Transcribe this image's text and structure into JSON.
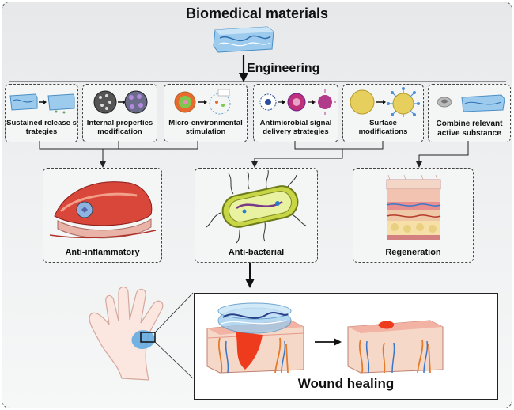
{
  "title": "Biomedical materials",
  "engineering_label": "Engineering",
  "strategies": [
    {
      "label_line1": "Sustained release s",
      "label_line2": "trategies"
    },
    {
      "label_line1": "Internal properties",
      "label_line2": "modification"
    },
    {
      "label_line1": "Micro-environmental",
      "label_line2": "stimulation"
    },
    {
      "label_line1": "Antimicrobial signal",
      "label_line2": "delivery strategies"
    },
    {
      "label_line1": "Surface",
      "label_line2": "modifications"
    },
    {
      "label_line1": "Combine relevant",
      "label_line2": "active substance"
    }
  ],
  "effects": [
    {
      "label": "Anti-inflammatory"
    },
    {
      "label": "Anti-bacterial"
    },
    {
      "label": "Regeneration"
    }
  ],
  "outcome": {
    "label": "Wound healing"
  },
  "colors": {
    "arrow": "#111111",
    "tissue_red": "#d83a2a",
    "hydrogel_blue": "#8fc4ea",
    "skin_pink": "#f2c6b6"
  }
}
